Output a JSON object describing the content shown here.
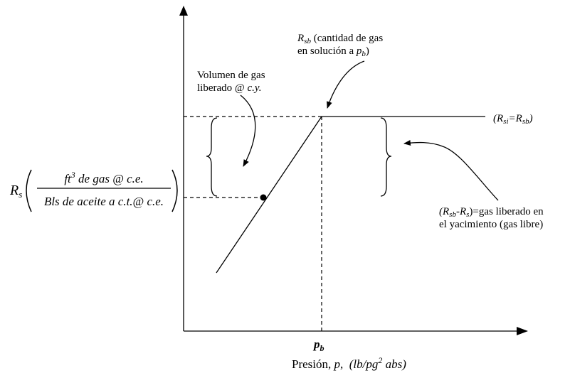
{
  "diagram": {
    "rsb_label": {
      "sym": "R",
      "sub": "sb",
      "line1_rest": " (cantidad de gas",
      "line2_pre": "en solución a ",
      "line2_p": "p",
      "line2_sub": "b",
      "line2_close": ")"
    },
    "volume_label": {
      "line1": "Volumen de gas",
      "line2_pre": "liberado @ ",
      "line2_ital": "c.y."
    },
    "rsi_label": {
      "open": "(",
      "r1": "R",
      "s1": "si",
      "eq": "=",
      "r2": "R",
      "s2": "sb",
      "close": ")"
    },
    "free_gas_label": {
      "open": "(",
      "r1": "R",
      "s1": "sb",
      "dash": "-",
      "r2": "R",
      "s2": "s",
      "rest": ")=gas liberado en",
      "line2": "el yacimiento (gas libre)"
    },
    "y_axis_label": {
      "sym": "R",
      "sub": "s",
      "numerator_ft": "ft",
      "numerator_sup": "3",
      "numerator_rest": " de gas @ c.e.",
      "denominator": "Bls de aceite a c.t.@ c.e."
    },
    "pb_tick": {
      "p": "p",
      "sub": "b"
    },
    "x_axis_label": {
      "pre": "Presión, ",
      "p": "p",
      "comma": ",  ",
      "unit_pre": "(lb/pg",
      "unit_sup": "2",
      "unit_post": " abs)"
    }
  }
}
